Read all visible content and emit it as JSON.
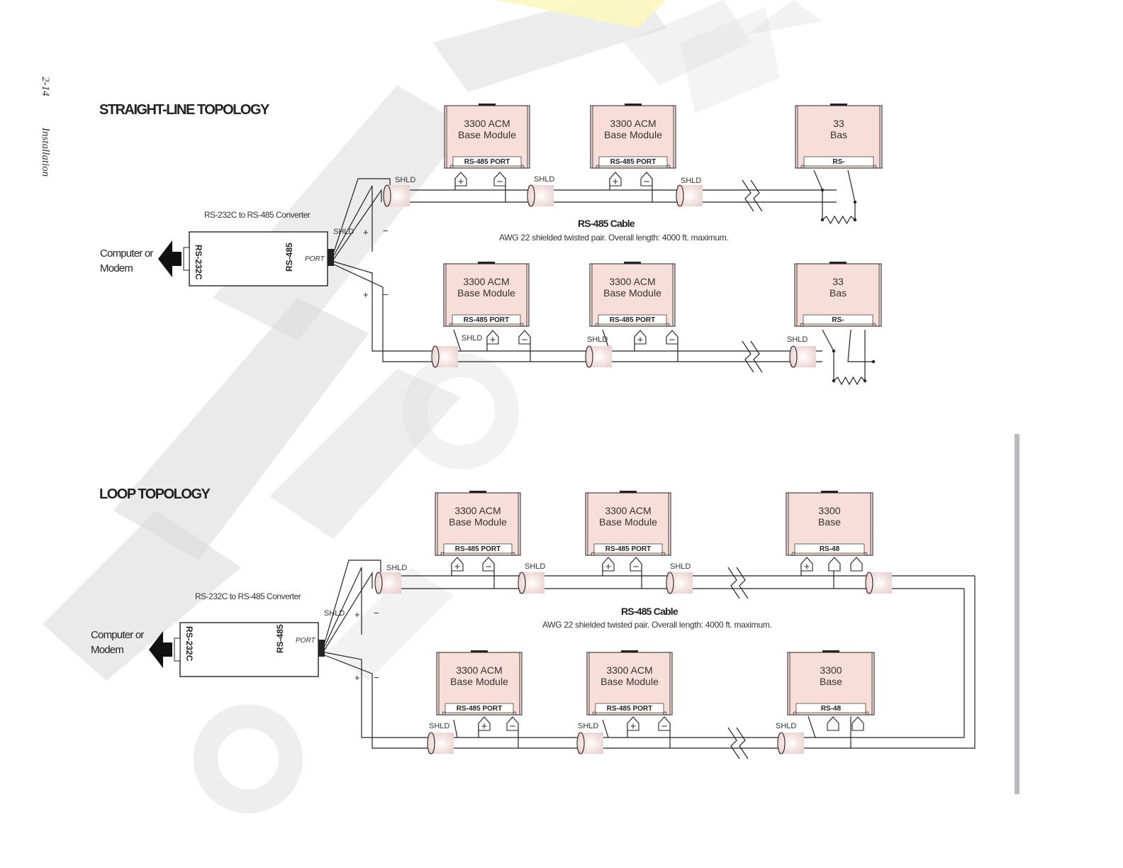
{
  "page": {
    "number": "2-14",
    "section": "Installation"
  },
  "colors": {
    "module_fill": "#f8ded8",
    "watermark": "#d9d9d9",
    "watermark_accent": "#fbf7c0",
    "line": "#222222",
    "side_bar": "#b9bcc3"
  },
  "shld": "SHLD",
  "plus": "+",
  "minus": "−",
  "straight": {
    "title": "STRAIGHT-LINE TOPOLOGY",
    "converter_label": "RS-232C to RS-485 Converter",
    "computer_line1": "Computer or",
    "computer_line2": "Modem",
    "rs232": "RS-232C",
    "rs485": "RS-485",
    "port": "PORT",
    "cable_title": "RS-485 Cable",
    "cable_desc": "AWG 22 shielded twisted pair.  Overall length: 4000 ft. maximum.",
    "modules_top": [
      {
        "line1": "3300 ACM",
        "line2": "Base Module",
        "port": "RS-485 PORT"
      },
      {
        "line1": "3300 ACM",
        "line2": "Base Module",
        "port": "RS-485 PORT"
      },
      {
        "line1": "33",
        "line2": "Bas",
        "port": "RS-"
      }
    ],
    "modules_bottom": [
      {
        "line1": "3300 ACM",
        "line2": "Base Module",
        "port": "RS-485 PORT"
      },
      {
        "line1": "3300 ACM",
        "line2": "Base Module",
        "port": "RS-485 PORT"
      },
      {
        "line1": "33",
        "line2": "Bas",
        "port": "RS-"
      }
    ]
  },
  "loop": {
    "title": "LOOP TOPOLOGY",
    "converter_label": "RS-232C to RS-485 Converter",
    "computer_line1": "Computer or",
    "computer_line2": "Modem",
    "rs232": "RS-232C",
    "rs485": "RS-485",
    "port": "PORT",
    "cable_title": "RS-485 Cable",
    "cable_desc": "AWG 22 shielded twisted pair.  Overall length: 4000 ft. maximum.",
    "modules_top": [
      {
        "line1": "3300 ACM",
        "line2": "Base Module",
        "port": "RS-485 PORT"
      },
      {
        "line1": "3300 ACM",
        "line2": "Base Module",
        "port": "RS-485 PORT"
      },
      {
        "line1": "3300",
        "line2": "Base",
        "port": "RS-48"
      }
    ],
    "modules_bottom": [
      {
        "line1": "3300 ACM",
        "line2": "Base Module",
        "port": "RS-485 PORT"
      },
      {
        "line1": "3300 ACM",
        "line2": "Base Module",
        "port": "RS-485 PORT"
      },
      {
        "line1": "3300",
        "line2": "Base",
        "port": "RS-48"
      }
    ]
  }
}
